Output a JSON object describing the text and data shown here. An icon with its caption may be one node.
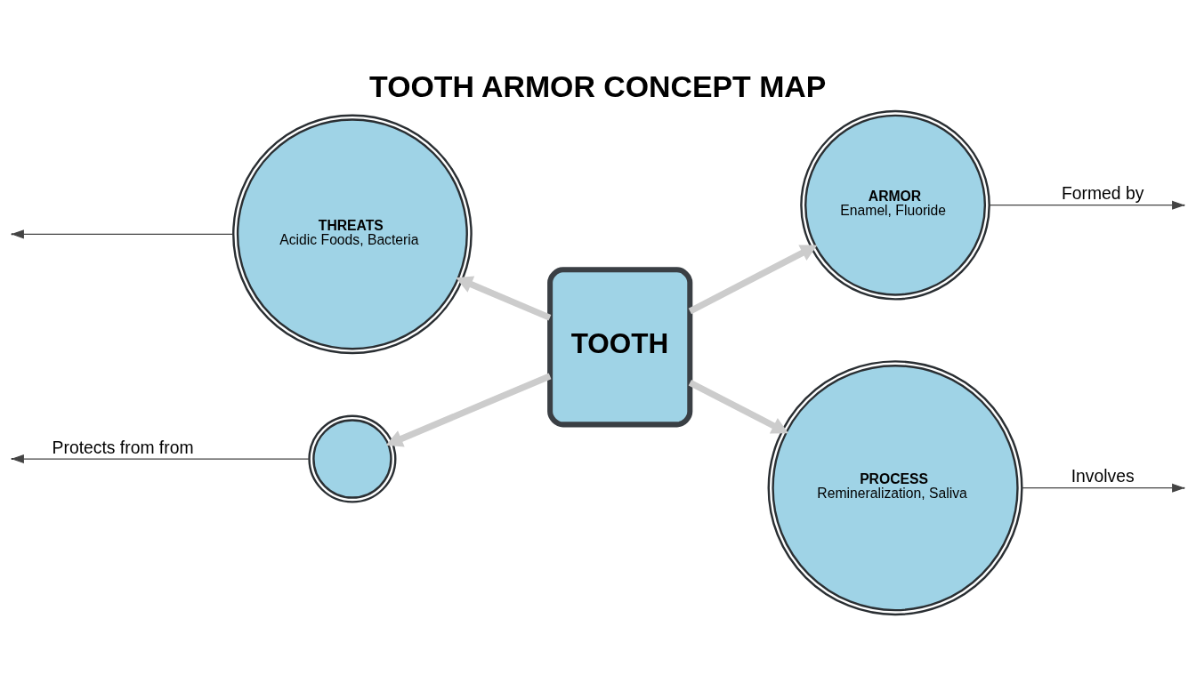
{
  "diagram": {
    "title": "TOOTH ARMOR CONCEPT MAP",
    "nodes": [
      {
        "text": [],
        "shape": "circle"
      },
      {
        "text": [
          "ARMOR",
          "Enamel, Fluoride"
        ]
      },
      {
        "text": [
          "TOOTH"
        ]
      },
      {
        "text": [
          "THREATS",
          "Acidic Foods, Bacteria"
        ]
      },
      {
        "text": [
          "PROCESS",
          "Remineralization, Saliva"
        ]
      }
    ],
    "edges": [
      {
        "from": 2,
        "to": 0,
        "arrow": "to",
        "style": "thick",
        "color": "#cccccc"
      },
      {
        "from": 2,
        "to": 1,
        "arrow": "to",
        "style": "thick",
        "color": "#cccccc"
      },
      {
        "from": 2,
        "to": 3,
        "arrow": "to",
        "style": "thick",
        "color": "#cccccc"
      },
      {
        "from": 2,
        "to": 4,
        "arrow": "to",
        "style": "thick",
        "color": "#cccccc"
      },
      {
        "from": 0,
        "to": null,
        "arrow": "to",
        "label": "Protects from from",
        "color": "#444444"
      },
      {
        "from": 1,
        "to": null,
        "arrow": "to",
        "label": "Formed by",
        "color": "#444444"
      },
      {
        "from": 3,
        "to": null,
        "arrow": "to",
        "color": "#444444"
      },
      {
        "from": 4,
        "to": null,
        "arrow": "to",
        "label": "Involves",
        "color": "#444444"
      }
    ]
  }
}
